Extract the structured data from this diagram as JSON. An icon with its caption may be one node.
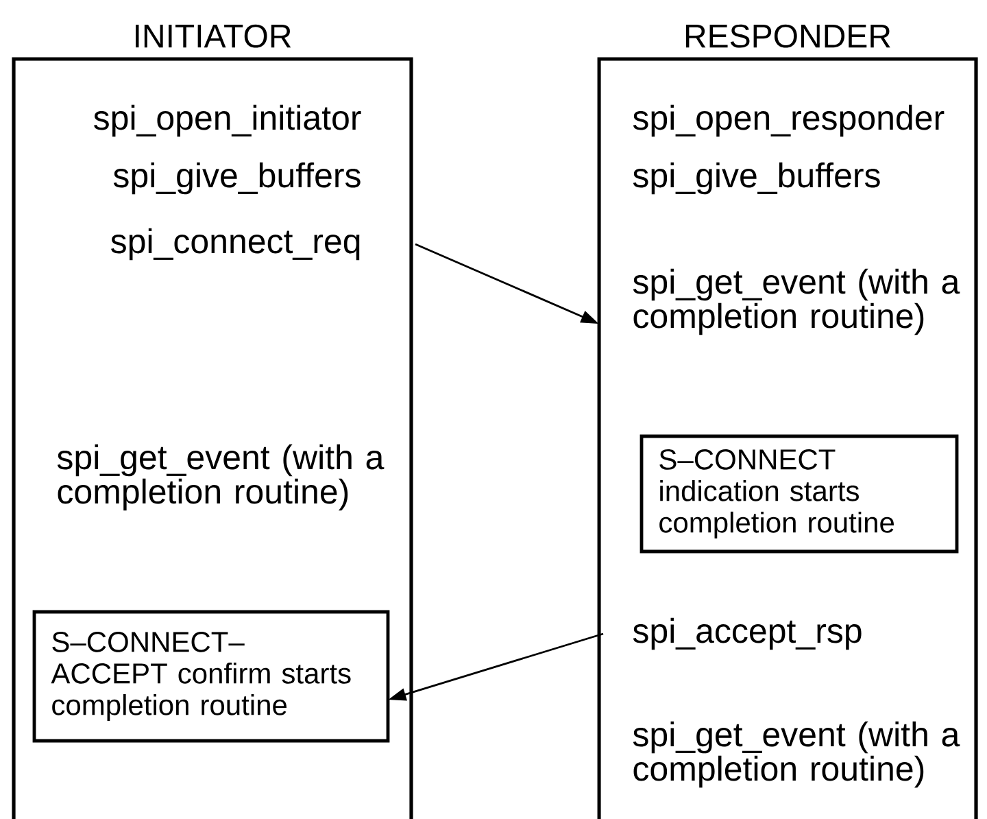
{
  "diagram": {
    "nodes": [
      {
        "text": [
          "INITIATOR"
        ]
      },
      {
        "text": [
          "spi_open_initiator"
        ],
        "in": 0
      },
      {
        "text": [
          "spi_give_buffers"
        ],
        "in": 0
      },
      {
        "text": [
          "spi_connect_req"
        ],
        "in": 0
      },
      {
        "text": [
          "spi_get_event (with a completion routine)"
        ],
        "in": 0
      },
      {
        "text": [
          "S–CONNECT–ACCEPT confirm starts completion routine"
        ],
        "in": 0
      },
      {
        "text": [
          "RESPONDER"
        ]
      },
      {
        "text": [
          "spi_open_responder"
        ],
        "in": 6
      },
      {
        "text": [
          "spi_give_buffers"
        ],
        "in": 6
      },
      {
        "text": [
          "spi_get_event (with a completion routine)"
        ],
        "in": 6
      },
      {
        "text": [
          "S–CONNECT indication starts completion routine"
        ],
        "in": 6
      },
      {
        "text": [
          "spi_accept_rsp"
        ],
        "in": 6
      },
      {
        "text": [
          "spi_get_event (with a completion routine)"
        ],
        "in": 6
      }
    ],
    "edges": [
      {
        "from": 3,
        "to": 6,
        "arrow": "to"
      },
      {
        "from": 11,
        "to": 5,
        "arrow": "to"
      }
    ]
  }
}
